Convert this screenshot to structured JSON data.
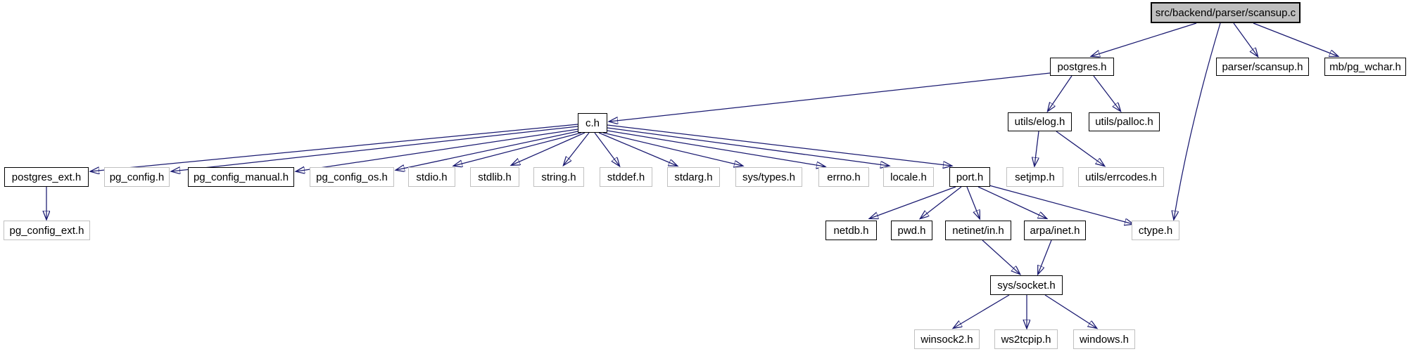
{
  "diagram": {
    "kind": "include-dependency-graph",
    "colors": {
      "edge": "#191970",
      "border_linked": "#000000",
      "border_plain": "#c0c0c0",
      "root_fill": "#bfbfbf",
      "node_fill": "#ffffff",
      "text": "#000000",
      "background": "#ffffff"
    },
    "nodes": {
      "root": "src/backend/parser/scansup.c",
      "postgres_h": "postgres.h",
      "parser_scansup_h": "parser/scansup.h",
      "mb_pg_wchar_h": "mb/pg_wchar.h",
      "c_h": "c.h",
      "utils_elog_h": "utils/elog.h",
      "utils_palloc_h": "utils/palloc.h",
      "postgres_ext_h": "postgres_ext.h",
      "pg_config_h": "pg_config.h",
      "pg_config_manual_h": "pg_config_manual.h",
      "pg_config_os_h": "pg_config_os.h",
      "stdio_h": "stdio.h",
      "stdlib_h": "stdlib.h",
      "string_h": "string.h",
      "stddef_h": "stddef.h",
      "stdarg_h": "stdarg.h",
      "sys_types_h": "sys/types.h",
      "errno_h": "errno.h",
      "locale_h": "locale.h",
      "port_h": "port.h",
      "setjmp_h": "setjmp.h",
      "utils_errcodes_h": "utils/errcodes.h",
      "pg_config_ext_h": "pg_config_ext.h",
      "netdb_h": "netdb.h",
      "pwd_h": "pwd.h",
      "netinet_in_h": "netinet/in.h",
      "arpa_inet_h": "arpa/inet.h",
      "ctype_h": "ctype.h",
      "sys_socket_h": "sys/socket.h",
      "winsock2_h": "winsock2.h",
      "ws2tcpip_h": "ws2tcpip.h",
      "windows_h": "windows.h"
    },
    "edges": [
      {
        "from": "root",
        "to": "postgres_h"
      },
      {
        "from": "root",
        "to": "parser_scansup_h"
      },
      {
        "from": "root",
        "to": "mb_pg_wchar_h"
      },
      {
        "from": "root",
        "to": "ctype_h"
      },
      {
        "from": "postgres_h",
        "to": "c_h"
      },
      {
        "from": "postgres_h",
        "to": "utils_elog_h"
      },
      {
        "from": "postgres_h",
        "to": "utils_palloc_h"
      },
      {
        "from": "utils_elog_h",
        "to": "setjmp_h"
      },
      {
        "from": "utils_elog_h",
        "to": "utils_errcodes_h"
      },
      {
        "from": "c_h",
        "to": "postgres_ext_h"
      },
      {
        "from": "c_h",
        "to": "pg_config_h"
      },
      {
        "from": "c_h",
        "to": "pg_config_manual_h"
      },
      {
        "from": "c_h",
        "to": "pg_config_os_h"
      },
      {
        "from": "c_h",
        "to": "stdio_h"
      },
      {
        "from": "c_h",
        "to": "stdlib_h"
      },
      {
        "from": "c_h",
        "to": "string_h"
      },
      {
        "from": "c_h",
        "to": "stddef_h"
      },
      {
        "from": "c_h",
        "to": "stdarg_h"
      },
      {
        "from": "c_h",
        "to": "sys_types_h"
      },
      {
        "from": "c_h",
        "to": "errno_h"
      },
      {
        "from": "c_h",
        "to": "locale_h"
      },
      {
        "from": "c_h",
        "to": "port_h"
      },
      {
        "from": "postgres_ext_h",
        "to": "pg_config_ext_h"
      },
      {
        "from": "port_h",
        "to": "netdb_h"
      },
      {
        "from": "port_h",
        "to": "pwd_h"
      },
      {
        "from": "port_h",
        "to": "netinet_in_h"
      },
      {
        "from": "port_h",
        "to": "arpa_inet_h"
      },
      {
        "from": "port_h",
        "to": "ctype_h"
      },
      {
        "from": "netinet_in_h",
        "to": "sys_socket_h"
      },
      {
        "from": "arpa_inet_h",
        "to": "sys_socket_h"
      },
      {
        "from": "sys_socket_h",
        "to": "winsock2_h"
      },
      {
        "from": "sys_socket_h",
        "to": "ws2tcpip_h"
      },
      {
        "from": "sys_socket_h",
        "to": "windows_h"
      }
    ]
  }
}
